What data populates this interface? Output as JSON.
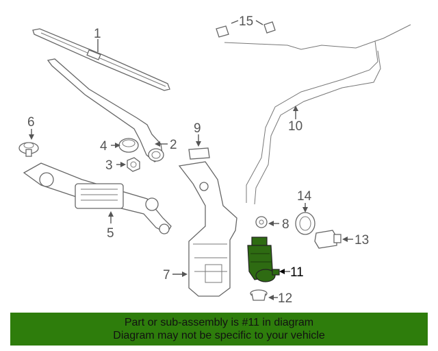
{
  "diagram": {
    "callouts": {
      "c1": "1",
      "c2": "2",
      "c3": "3",
      "c4": "4",
      "c5": "5",
      "c6": "6",
      "c7": "7",
      "c8": "8",
      "c9": "9",
      "c10": "10",
      "c11": "11",
      "c12": "12",
      "c13": "13",
      "c14": "14",
      "c15": "15"
    },
    "highlighted_part": "11",
    "highlight_color": "#2e6b12"
  },
  "banner": {
    "line1": "Part or sub-assembly is #11 in diagram",
    "line2": "Diagram may not be specific to your vehicle",
    "background": "#2e7d0c"
  }
}
